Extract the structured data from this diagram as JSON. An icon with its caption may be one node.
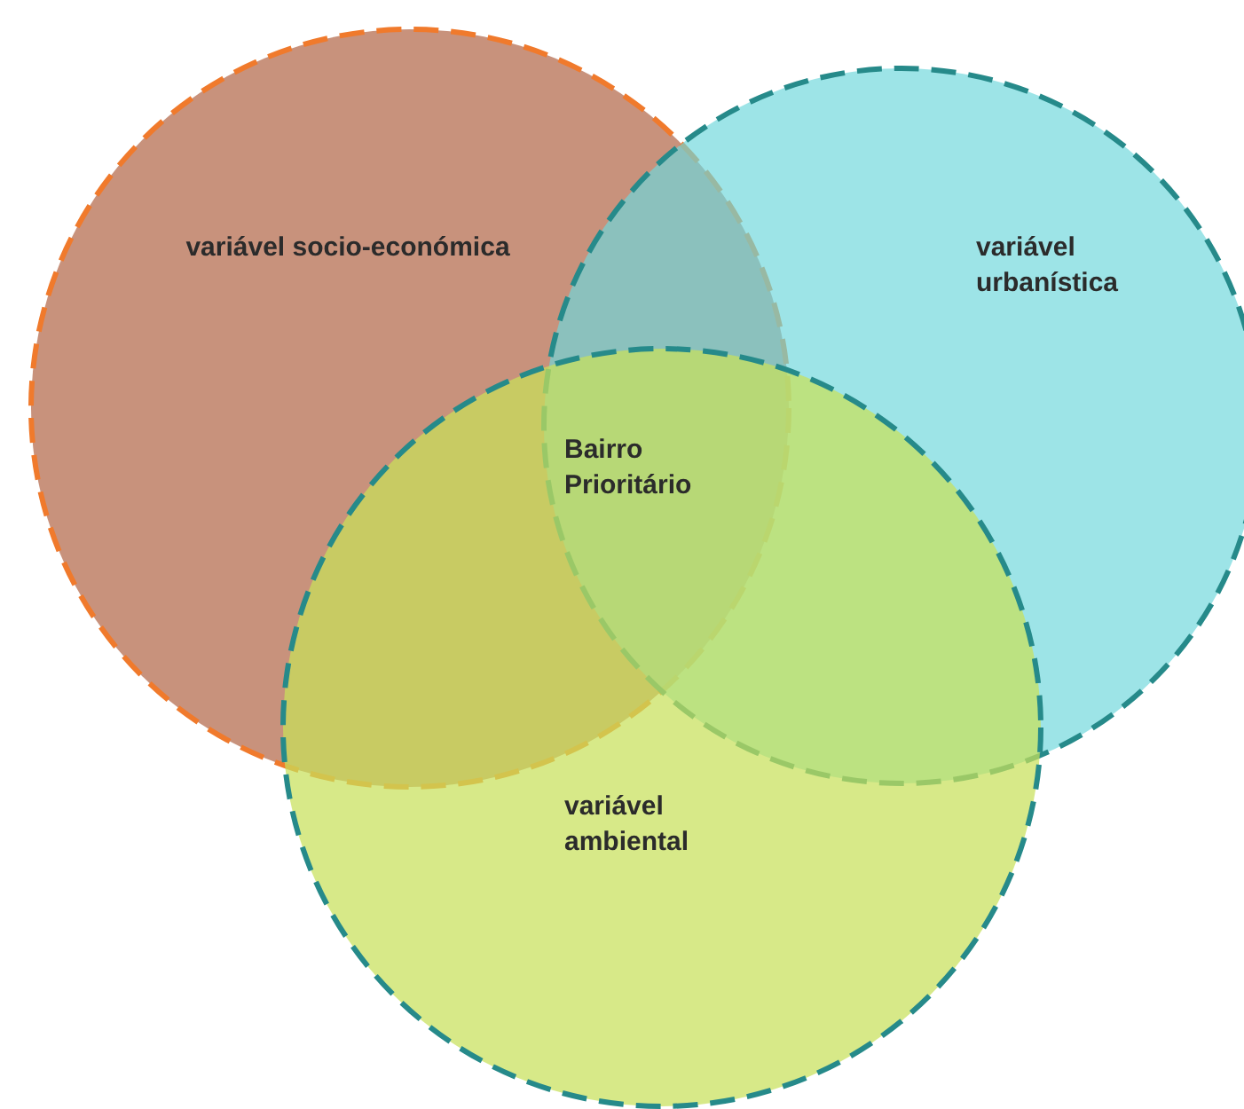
{
  "diagram": {
    "nodes": [
      {
        "text": [
          "variável socio-económica"
        ]
      },
      {
        "text": [
          "variável urbanística"
        ]
      },
      {
        "text": [
          "variável ambiental"
        ]
      }
    ],
    "labels": [
      "Bairro Prioritário"
    ]
  }
}
